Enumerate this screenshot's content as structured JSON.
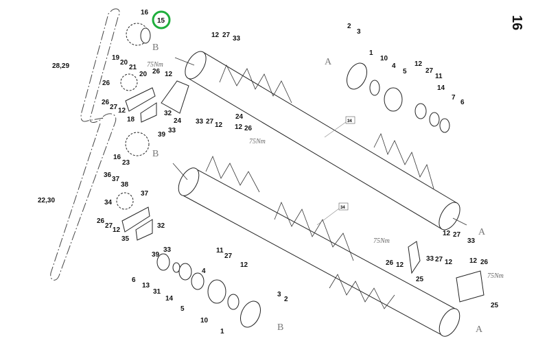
{
  "page_number": "16",
  "highlighted_part": "15",
  "section_markers": {
    "A": "A",
    "B": "B"
  },
  "torque_label": "75Nm",
  "reference_box": "34",
  "callouts": [
    "16",
    "15",
    "12",
    "27",
    "33",
    "28,29",
    "19",
    "20",
    "21",
    "26",
    "12",
    "20",
    "26",
    "26",
    "27",
    "12",
    "32",
    "18",
    "24",
    "39",
    "33",
    "24",
    "33",
    "27",
    "12",
    "12",
    "26",
    "16",
    "23",
    "2",
    "3",
    "1",
    "10",
    "4",
    "5",
    "12",
    "27",
    "11",
    "14",
    "7",
    "6",
    "36",
    "37",
    "38",
    "22,30",
    "37",
    "34",
    "26",
    "27",
    "12",
    "32",
    "35",
    "33",
    "39",
    "11",
    "27",
    "12",
    "4",
    "6",
    "13",
    "31",
    "14",
    "5",
    "10",
    "1",
    "3",
    "2",
    "26",
    "12",
    "25",
    "12",
    "27",
    "33",
    "33",
    "27",
    "12",
    "12",
    "26",
    "25"
  ]
}
